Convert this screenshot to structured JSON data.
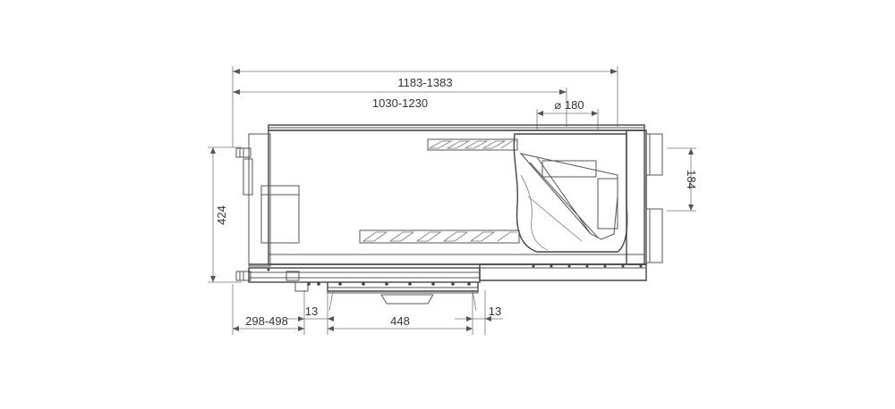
{
  "drawing": {
    "dimensions": {
      "overall_length": "1183-1383",
      "body_length": "1030-1230",
      "duct_diameter": "⌀ 180",
      "duct_spacing": "184",
      "height": "424",
      "rail_offset": "298-498",
      "left_gap": "13",
      "carriage_width": "448",
      "right_gap": "13"
    },
    "colors": {
      "line": "#555555",
      "text": "#333333",
      "background": "#ffffff"
    }
  }
}
